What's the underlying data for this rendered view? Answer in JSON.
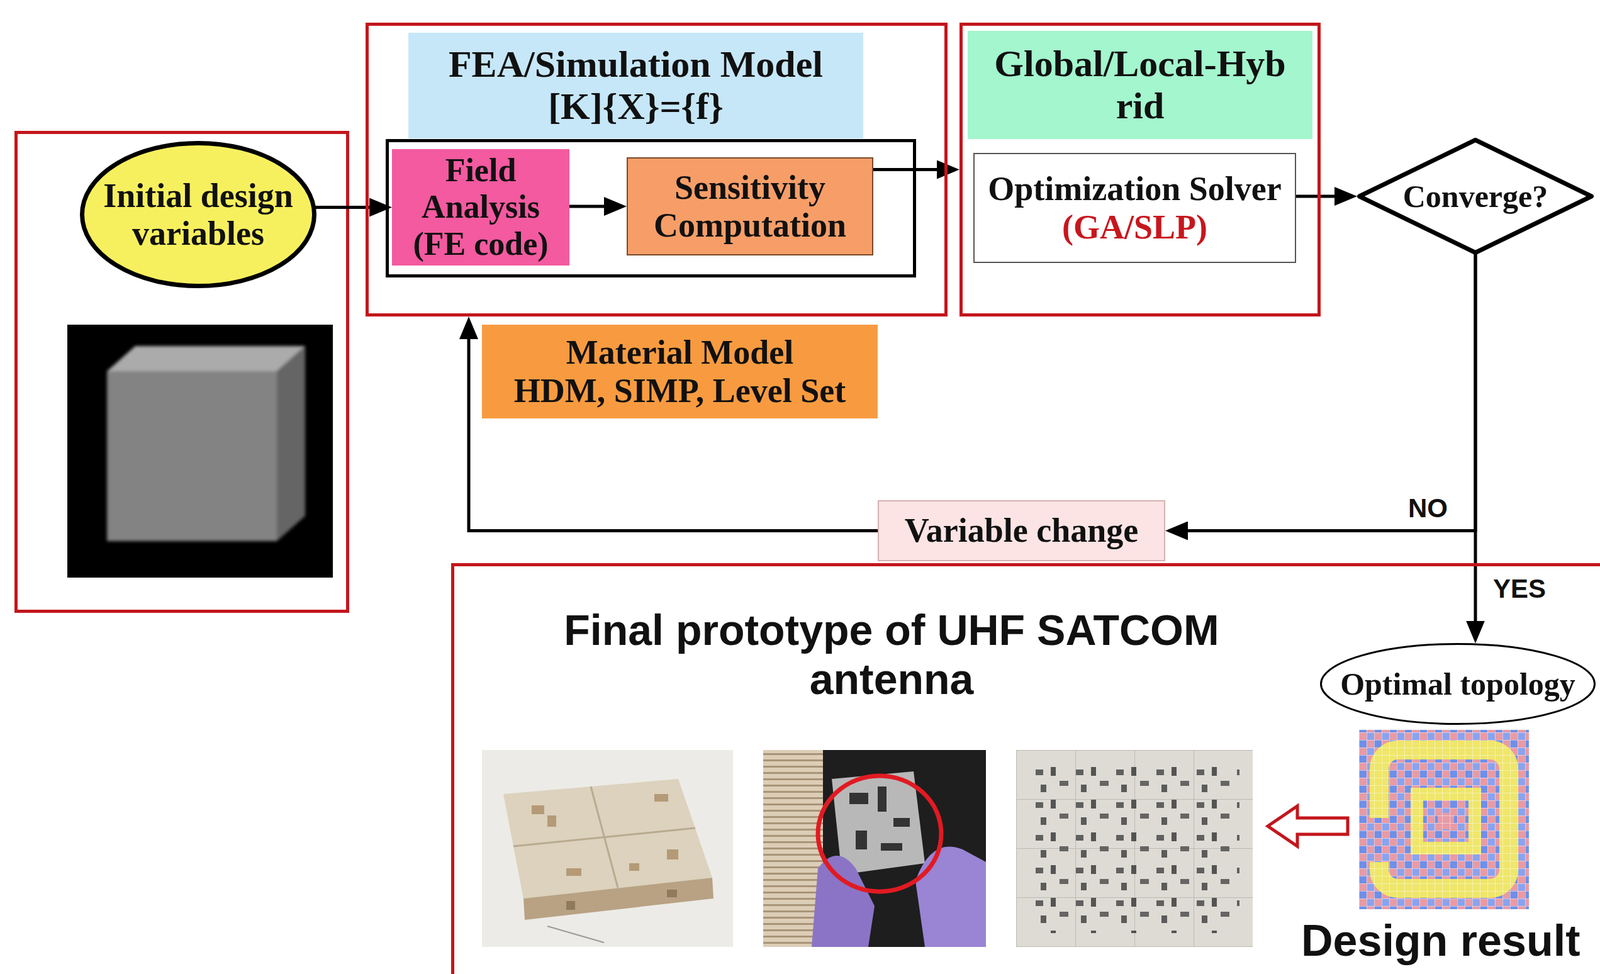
{
  "diagram": {
    "nodes": [
      {
        "text": [
          "Initial design variables"
        ]
      },
      {
        "text": [
          "FEA/Simulation Model",
          "[K]{X}={f}"
        ]
      },
      {
        "text": [
          "Field Analysis (FE code)"
        ],
        "in": 1
      },
      {
        "text": [
          "Sensitivity Computation"
        ],
        "in": 1
      },
      {
        "text": [
          "Global/Local-Hyb rid"
        ]
      },
      {
        "text": [
          "Optimization Solver",
          "(GA/SLP)"
        ],
        "in": 4
      },
      {
        "text": [
          "Converge?"
        ]
      },
      {
        "text": [
          "Material Model",
          "HDM, SIMP, Level Set"
        ]
      },
      {
        "text": [
          "Variable change"
        ]
      },
      {
        "text": [
          "Final prototype of UHF SATCOM antenna"
        ]
      },
      {
        "text": [
          "Optimal topology"
        ],
        "in": 9
      }
    ],
    "edges": [
      {
        "from": 0,
        "to": 2,
        "arrow": "to"
      },
      {
        "from": 2,
        "to": 3,
        "arrow": "to"
      },
      {
        "from": 3,
        "to": 4,
        "arrow": "to"
      },
      {
        "from": 5,
        "to": 6,
        "arrow": "to"
      },
      {
        "from": 6,
        "to": 8,
        "label": "NO",
        "arrow": "to"
      },
      {
        "from": 6,
        "to": 10,
        "label": "YES",
        "arrow": "to"
      },
      {
        "from": 8,
        "to": 1,
        "arrow": "to"
      }
    ],
    "labels": [
      "Design result"
    ]
  }
}
